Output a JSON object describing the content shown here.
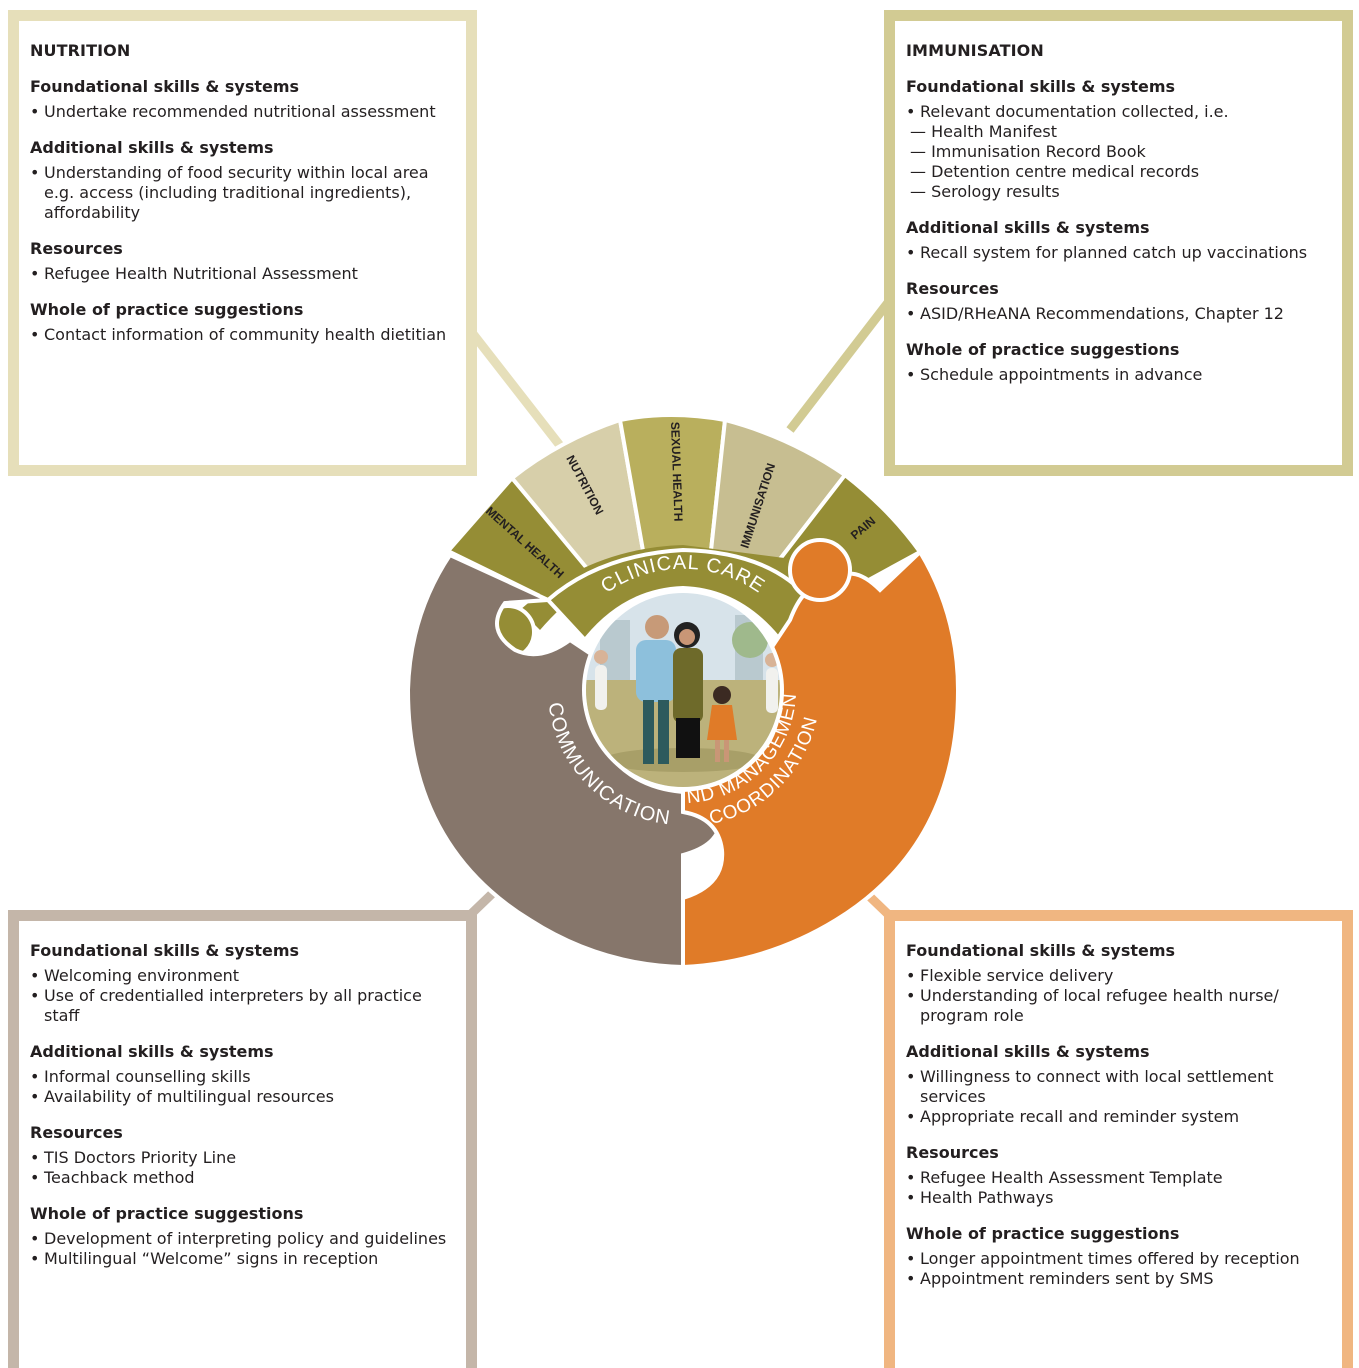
{
  "colors": {
    "nutrition_border": "#e6dfba",
    "immunisation_border": "#d2cb93",
    "communication_border": "#c4b6a9",
    "coordination_border": "#f0b681",
    "clinical_care": "#958d35",
    "communication": "#86766b",
    "coordination": "#e07b28"
  },
  "diagram": {
    "petals": [
      "MENTAL HEALTH",
      "NUTRITION",
      "SEXUAL HEALTH",
      "IMMUNISATION",
      "PAIN"
    ],
    "clinical_care": "CLINICAL CARE",
    "communication": "COMMUNICATION",
    "coordination_line1": "COORDINATION",
    "coordination_line2": "AND MANAGEMENT"
  },
  "nutrition": {
    "title": "NUTRITION",
    "sections": [
      {
        "heading": "Foundational skills & systems",
        "items": [
          "Undertake recommended nutritional assessment"
        ]
      },
      {
        "heading": "Additional skills & systems",
        "items": [
          "Understanding of food security within local area e.g. access (including traditional ingredients), affordability"
        ]
      },
      {
        "heading": "Resources",
        "items": [
          "Refugee Health Nutritional Assessment"
        ]
      },
      {
        "heading": "Whole of practice suggestions",
        "items": [
          "Contact information of community health dietitian"
        ]
      }
    ]
  },
  "immunisation": {
    "title": "IMMUNISATION",
    "sections": [
      {
        "heading": "Foundational skills & systems",
        "items": [
          "Relevant documentation collected, i.e."
        ],
        "subitems": [
          "— Health Manifest",
          "— Immunisation Record Book",
          "— Detention centre medical records",
          "— Serology results"
        ]
      },
      {
        "heading": "Additional skills & systems",
        "items": [
          "Recall system for planned catch up vaccinations"
        ]
      },
      {
        "heading": "Resources",
        "items": [
          "ASID/RHeANA Recommendations, Chapter 12"
        ]
      },
      {
        "heading": "Whole of practice suggestions",
        "items": [
          "Schedule appointments in advance"
        ]
      }
    ]
  },
  "communication": {
    "sections": [
      {
        "heading": "Foundational skills & systems",
        "items": [
          " Welcoming environment",
          " Use of credentialled interpreters by all practice staff"
        ]
      },
      {
        "heading": "Additional skills & systems",
        "items": [
          "Informal counselling skills",
          "Availability of multilingual resources"
        ]
      },
      {
        "heading": "Resources",
        "items": [
          "TIS Doctors Priority Line",
          "Teachback method"
        ]
      },
      {
        "heading": "Whole of practice suggestions",
        "items": [
          "Development of interpreting policy and guidelines",
          "Multilingual “Welcome” signs in reception"
        ]
      }
    ]
  },
  "coordination": {
    "sections": [
      {
        "heading": "Foundational skills & systems",
        "items": [
          "Flexible service delivery",
          "Understanding of local refugee health nurse/ program role"
        ]
      },
      {
        "heading": "Additional skills & systems",
        "items": [
          "Willingness to connect with local settlement services",
          "Appropriate recall and reminder system"
        ]
      },
      {
        "heading": "Resources",
        "items": [
          "Refugee Health Assessment Template",
          "Health Pathways"
        ]
      },
      {
        "heading": "Whole of practice suggestions",
        "items": [
          "Longer appointment times offered by reception",
          "Appointment reminders sent by SMS"
        ]
      }
    ]
  }
}
